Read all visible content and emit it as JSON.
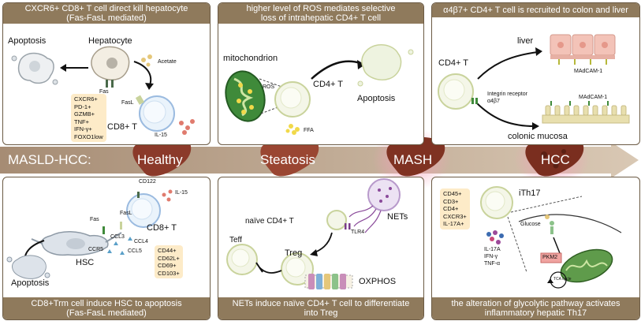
{
  "panels": {
    "p1": {
      "header_line1": "CXCR6+ CD8+ T  cell direct kill hepatocyte",
      "header_line2": "(Fas-FasL mediated)",
      "apoptosis": "Apoptosis",
      "hepatocyte": "Hepatocyte",
      "acetate": "Acetate",
      "fas": "Fas",
      "fasl": "FasL",
      "cd8t": "CD8+ T",
      "il15": "IL-15",
      "markers": [
        "CXCR6+",
        "PD-1+",
        "GZMB+",
        "TNF+",
        "IFN-γ+",
        "FOXO1low"
      ]
    },
    "p2": {
      "header_line1": "higher level of ROS mediates selective",
      "header_line2": "loss of intrahepatic CD4+ T cell",
      "mitochondrion": "mitochondrion",
      "ros": "ROS",
      "cd4t": "CD4+ T",
      "apoptosis": "Apoptosis",
      "ffa": "FFA"
    },
    "p3": {
      "header": "α4β7+ CD4+ T cell is recruited to colon and liver",
      "liver": "liver",
      "cd4t": "CD4+ T",
      "madcam_top": "MAdCAM-1",
      "madcam_bottom": "MAdCAM-1",
      "integrin_line1": "Integrin receptor",
      "integrin_line2": "α4β7",
      "colonic": "colonic mucosa"
    },
    "p4": {
      "footer_line1": "CD8+Trm cell induce HSC to apoptosis",
      "footer_line2": "(Fas-FasL mediated)",
      "cd122": "CD122",
      "il15": "IL-15",
      "fas": "Fas",
      "fasl": "FasL",
      "cd8t": "CD8+ T",
      "ccl3": "CCL3",
      "ccl4": "CCL4",
      "ccl5": "CCL5",
      "ccr5": "CCR5",
      "hsc": "HSC",
      "apoptosis": "Apoptosis",
      "markers": [
        "CD44+",
        "CD62L+",
        "CD69+",
        "CD103+"
      ]
    },
    "p5": {
      "footer_line1": "NETs induce naïve CD4+ T cell to differentiate",
      "footer_line2": "into Treg",
      "naive": "naïve CD4+ T",
      "tlr4": "TLR4",
      "nets": "NETs",
      "teff": "Teff",
      "treg": "Treg",
      "oxphos": "OXPHOS"
    },
    "p6": {
      "footer_line1": "the alteration of glycolytic pathway activates",
      "footer_line2": "inflammatory hepatic Th17",
      "ith17": "iTh17",
      "glucose": "Glucose",
      "pkm2": "PKM2",
      "tca": "TCA cycle",
      "markers": [
        "CD45+",
        "CD3+",
        "CD4+",
        "CXCR3+",
        "IL-17A+"
      ],
      "cytokines": [
        "IL-17A",
        "IFN-γ",
        "TNF-α"
      ]
    }
  },
  "band": {
    "title": "MASLD-HCC:",
    "stages": [
      "Healthy",
      "Steatosis",
      "MASH",
      "HCC"
    ]
  },
  "colors": {
    "band": "#c9b39a",
    "header": "#8f7a5c",
    "liver": "#8b3a2a",
    "cell_border": "#c9d39c"
  }
}
